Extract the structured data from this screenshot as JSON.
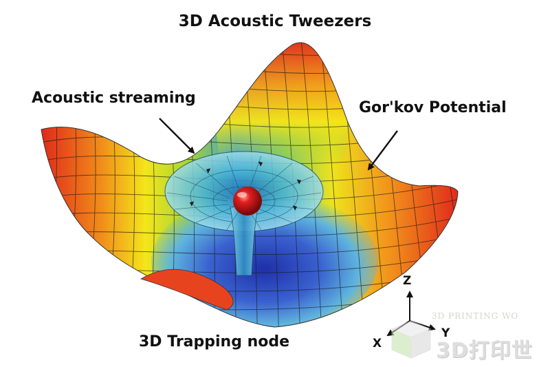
{
  "title": "3D Acoustic Tweezers",
  "labels": {
    "acoustic_streaming": "Acoustic streaming",
    "gorkov_potential": "Gor'kov Potential",
    "trapping_node": "3D Trapping node"
  },
  "axes": {
    "z": "Z",
    "y": "Y",
    "x": "X"
  },
  "watermark": {
    "text": "3D PRINTING WO",
    "logo": "3D打印世"
  },
  "colors": {
    "surface_high": "#e52b1d",
    "surface_mid": "#f7e415",
    "surface_low": "#2f4fc4",
    "funnel": "#4fbfd8",
    "particle": "#d81c1c",
    "mesh": "#1b1b1b"
  }
}
